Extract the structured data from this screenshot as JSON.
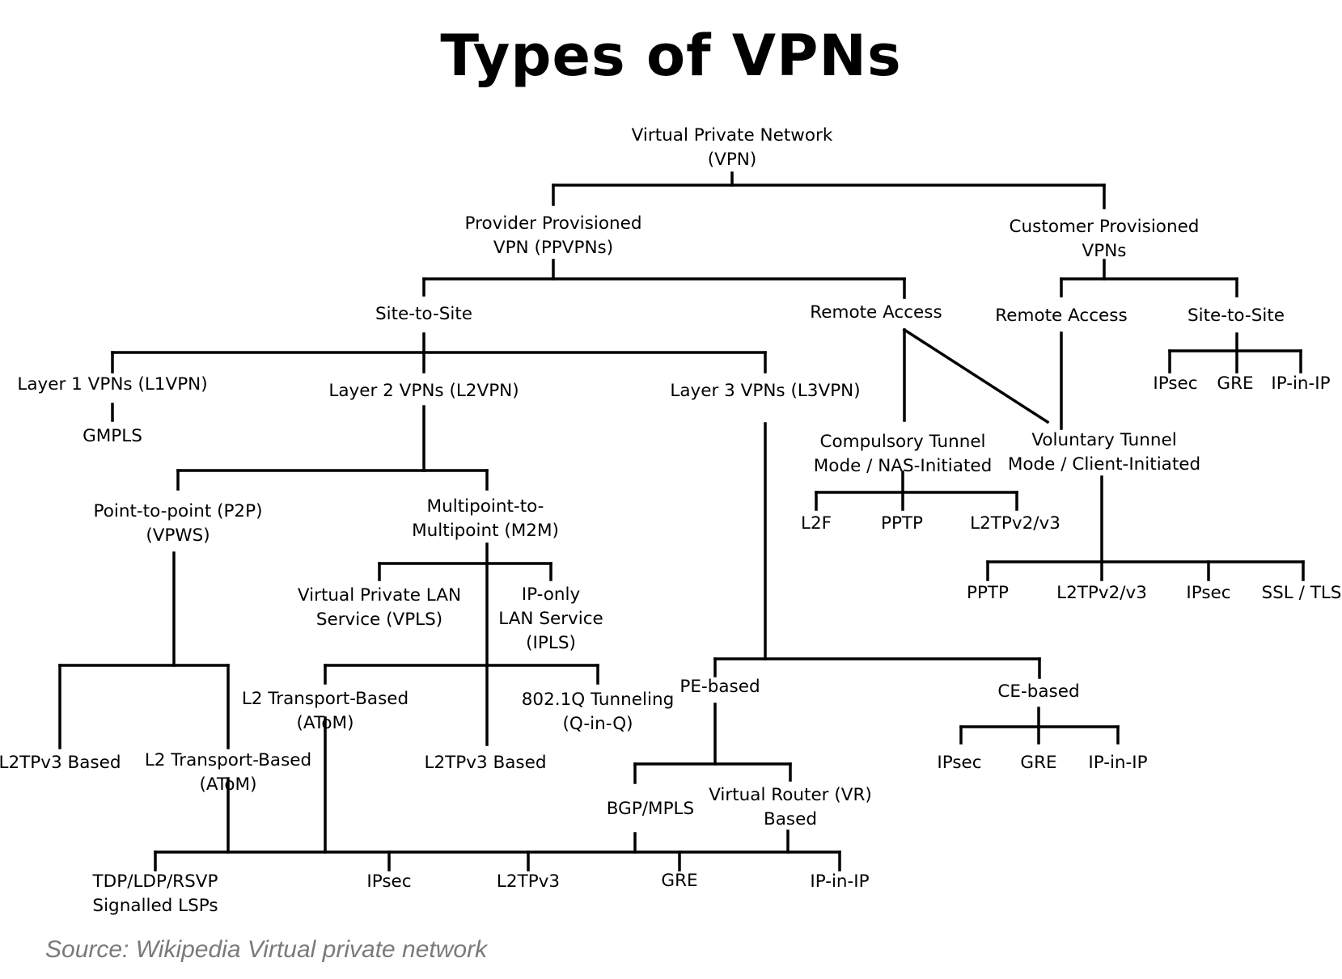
{
  "title": "Types of VPNs",
  "source": "Source: Wikipedia Virtual private network",
  "nodes": {
    "vpn": [
      "Virtual Private Network",
      "(VPN)"
    ],
    "ppvpn": [
      "Provider Provisioned",
      "VPN (PPVPNs)"
    ],
    "cpvpn": [
      "Customer Provisioned",
      "VPNs"
    ],
    "pp_site": [
      "Site-to-Site"
    ],
    "pp_remote": [
      "Remote Access"
    ],
    "cp_remote": [
      "Remote Access"
    ],
    "cp_site": [
      "Site-to-Site"
    ],
    "cp_ipsec": [
      "IPsec"
    ],
    "cp_gre": [
      "GRE"
    ],
    "cp_ipinip": [
      "IP-in-IP"
    ],
    "l1vpn": [
      "Layer 1 VPNs (L1VPN)"
    ],
    "gmpls": [
      "GMPLS"
    ],
    "l2vpn": [
      "Layer 2 VPNs (L2VPN)"
    ],
    "l3vpn": [
      "Layer 3 VPNs (L3VPN)"
    ],
    "compulsory": [
      "Compulsory Tunnel",
      "Mode / NAS-Initiated"
    ],
    "voluntary": [
      "Voluntary Tunnel",
      "Mode / Client-Initiated"
    ],
    "c_l2f": [
      "L2F"
    ],
    "c_pptp": [
      "PPTP"
    ],
    "c_l2tp": [
      "L2TPv2/v3"
    ],
    "v_pptp": [
      "PPTP"
    ],
    "v_l2tp": [
      "L2TPv2/v3"
    ],
    "v_ipsec": [
      "IPsec"
    ],
    "v_ssl": [
      "SSL / TLS"
    ],
    "p2p": [
      "Point-to-point (P2P)",
      "(VPWS)"
    ],
    "m2m": [
      "Multipoint-to-",
      "Multipoint (M2M)"
    ],
    "vpls": [
      "Virtual Private LAN",
      "Service (VPLS)"
    ],
    "ipls": [
      "IP-only",
      "LAN Service",
      "(IPLS)"
    ],
    "m_l2transport": [
      "L2 Transport-Based",
      "(AToM)"
    ],
    "m_8021q": [
      "802.1Q Tunneling",
      "(Q-in-Q)"
    ],
    "m_l2tpv3": [
      "L2TPv3 Based"
    ],
    "p_l2tpv3": [
      "L2TPv3 Based"
    ],
    "p_l2transport": [
      "L2 Transport-Based",
      "(AToM)"
    ],
    "pe": [
      "PE-based"
    ],
    "ce": [
      "CE-based"
    ],
    "ce_ipsec": [
      "IPsec"
    ],
    "ce_gre": [
      "GRE"
    ],
    "ce_ipinip": [
      "IP-in-IP"
    ],
    "bgp": [
      "BGP/MPLS"
    ],
    "vr": [
      "Virtual Router (VR)",
      "Based"
    ],
    "b_tdp": [
      "TDP/LDP/RSVP",
      "Signalled LSPs"
    ],
    "b_ipsec": [
      "IPsec"
    ],
    "b_l2tpv3": [
      "L2TPv3"
    ],
    "b_gre": [
      "GRE"
    ],
    "b_ipinip": [
      "IP-in-IP"
    ]
  }
}
